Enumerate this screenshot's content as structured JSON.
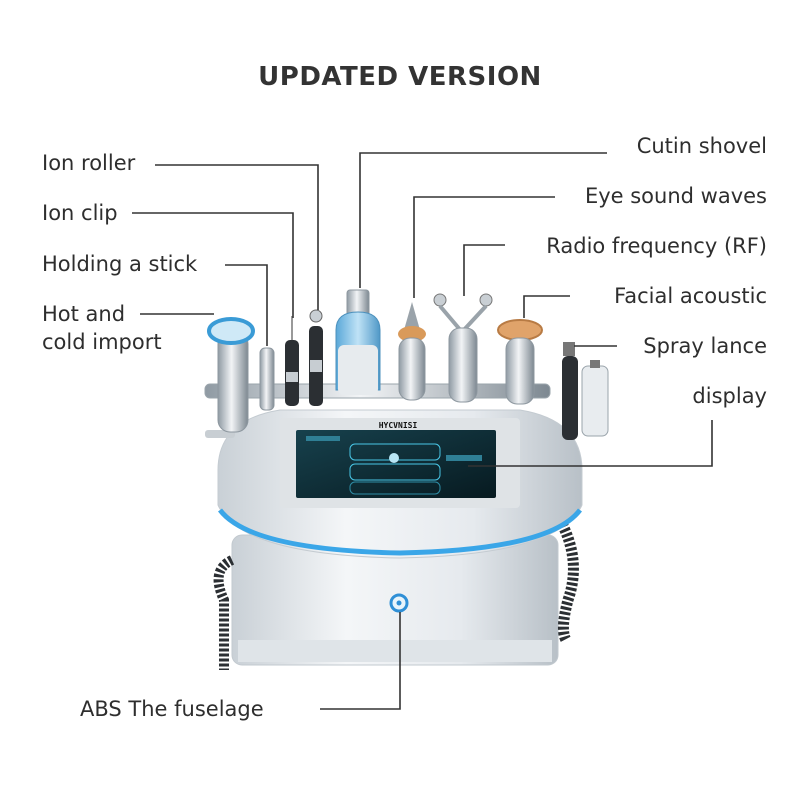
{
  "title": "UPDATED VERSION",
  "labels": {
    "ion_roller": "Ion roller",
    "ion_clip": "Ion clip",
    "holding_stick": "Holding a stick",
    "hot_cold_1": "Hot and",
    "hot_cold_2": "cold import",
    "cutin_shovel": "Cutin shovel",
    "eye_sound": "Eye sound waves",
    "radio_freq": "Radio frequency (RF)",
    "facial_acoustic": "Facial acoustic",
    "spray_lance": "Spray lance",
    "display": "display",
    "fuselage": "ABS The fuselage"
  },
  "screen_logo": "HYCVNISI",
  "colors": {
    "accent_blue": "#3aa6e8",
    "body_white": "#eef1f4",
    "screen_dark": "#0d2730",
    "line": "#333333"
  }
}
